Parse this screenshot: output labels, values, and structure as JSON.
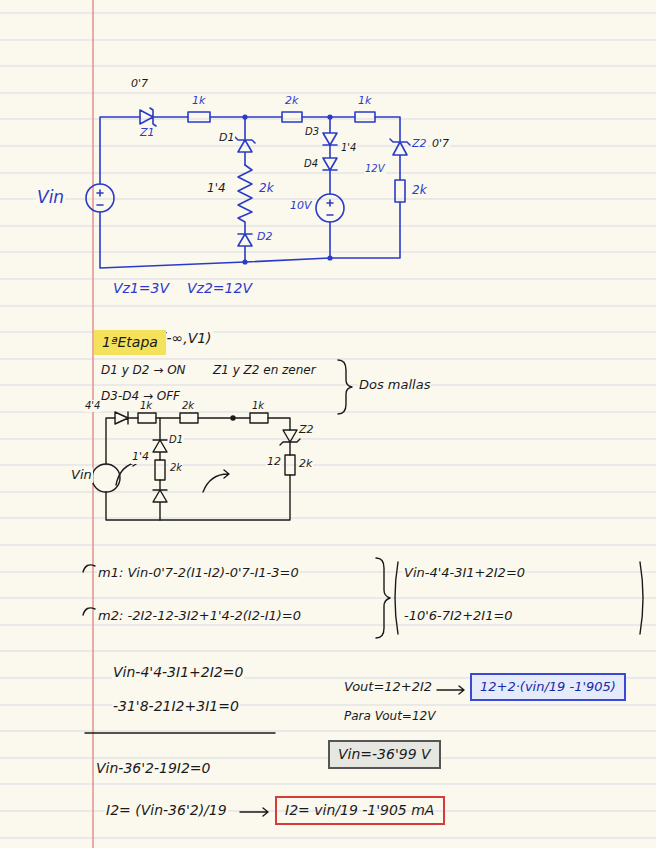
{
  "diagram": {
    "nodes": [
      {
        "text": [
          "1ªEtapa"
        ]
      },
      {
        "text": [
          "12+2·(vin/19 -1'905)"
        ]
      },
      {
        "text": [
          "Vin=-36'99 V"
        ]
      },
      {
        "text": [
          "I2= vin/19 -1'905 mA"
        ]
      }
    ],
    "labels": [
      "0'7",
      "Z1",
      "1k",
      "2k",
      "1k",
      "D1",
      "1'4",
      "2k",
      "D2",
      "D3",
      "D4",
      "1'4",
      "12V",
      "10V",
      "Z2",
      "0'7",
      "2k",
      "Vin",
      "Vz1=3V",
      "Vz2=12V",
      "(-∞,V1)",
      "D1 y D2 → ON",
      "Z1 y Z2 en zener",
      "D3-D4 → OFF",
      "Dos mallas",
      "4'4",
      "1k",
      "2k",
      "1k",
      "Z2",
      "1'4",
      "D1",
      "2k",
      "Vin",
      "12",
      "2k",
      "m1: Vin-0'7-2(I1-I2)-0'7-I1-3=0",
      "Vin-4'4-3I1+2I2=0",
      "m2: -2I2-12-3I2+1'4-2(I2-I1)=0",
      "-10'6-7I2+2I1=0",
      "Vin-4'4-3I1+2I2=0",
      "-31'8-21I2+3I1=0",
      "Vin-36'2-19I2=0",
      "I2= (Vin-36'2)/19",
      "Vout=12+2I2",
      "Para Vout=12V"
    ]
  }
}
